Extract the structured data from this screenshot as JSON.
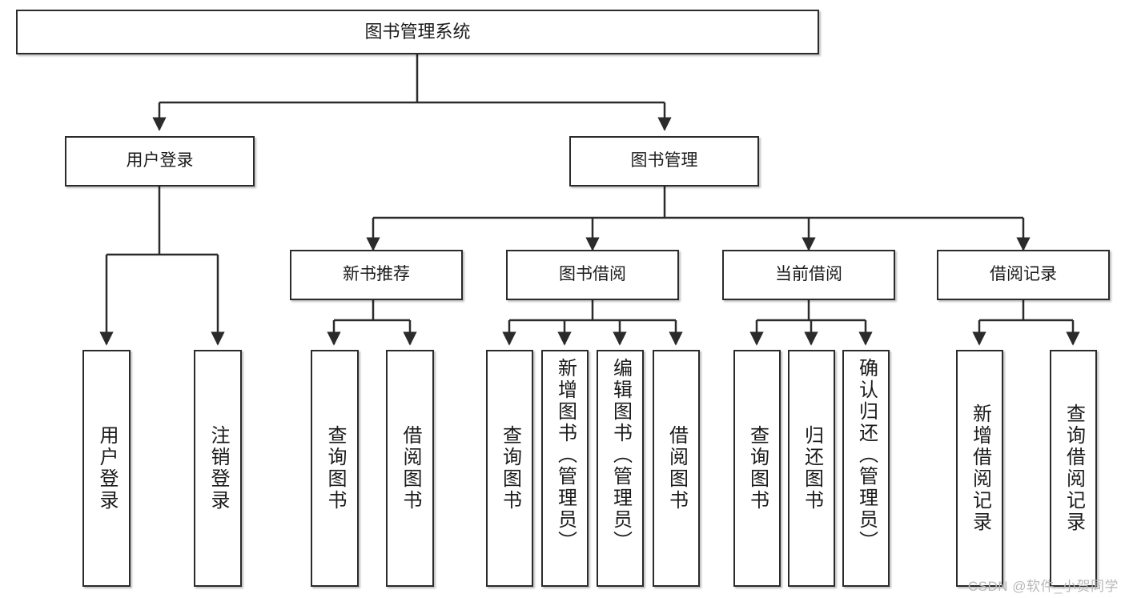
{
  "diagram": {
    "type": "hierarchy-tree",
    "title_node": {
      "id": "root",
      "label": "图书管理系统"
    },
    "level2": [
      {
        "id": "user-login",
        "label": "用户登录"
      },
      {
        "id": "book-manage",
        "label": "图书管理"
      }
    ],
    "level3": [
      {
        "id": "new-book-recommend",
        "label": "新书推荐"
      },
      {
        "id": "book-borrow",
        "label": "图书借阅"
      },
      {
        "id": "current-borrow",
        "label": "当前借阅"
      },
      {
        "id": "borrow-record",
        "label": "借阅记录"
      }
    ],
    "leaves": {
      "user_login": [
        {
          "id": "leaf-user-login",
          "label": "用户登录"
        },
        {
          "id": "leaf-logout-login",
          "label": "注销登录"
        }
      ],
      "new_book_recommend": [
        {
          "id": "leaf-query-book-1",
          "label": "查询图书"
        },
        {
          "id": "leaf-borrow-book-1",
          "label": "借阅图书"
        }
      ],
      "book_borrow": [
        {
          "id": "leaf-query-book-2",
          "label": "查询图书"
        },
        {
          "id": "leaf-add-book",
          "label": "新增图书（管理员）"
        },
        {
          "id": "leaf-edit-book",
          "label": "编辑图书（管理员）"
        },
        {
          "id": "leaf-borrow-book-2",
          "label": "借阅图书"
        }
      ],
      "current_borrow": [
        {
          "id": "leaf-query-book-3",
          "label": "查询图书"
        },
        {
          "id": "leaf-return-book",
          "label": "归还图书"
        },
        {
          "id": "leaf-confirm-return",
          "label": "确认归还（管理员）"
        }
      ],
      "borrow_record": [
        {
          "id": "leaf-add-record",
          "label": "新增借阅记录"
        },
        {
          "id": "leaf-query-record",
          "label": "查询借阅记录"
        }
      ]
    },
    "colors": {
      "stroke": "#2b2b2b",
      "fill": "#ffffff",
      "text": "#1b1b1b",
      "watermark": "#b8b8b8"
    }
  },
  "watermark": {
    "text": "CSDN @软件_小贺同学"
  }
}
